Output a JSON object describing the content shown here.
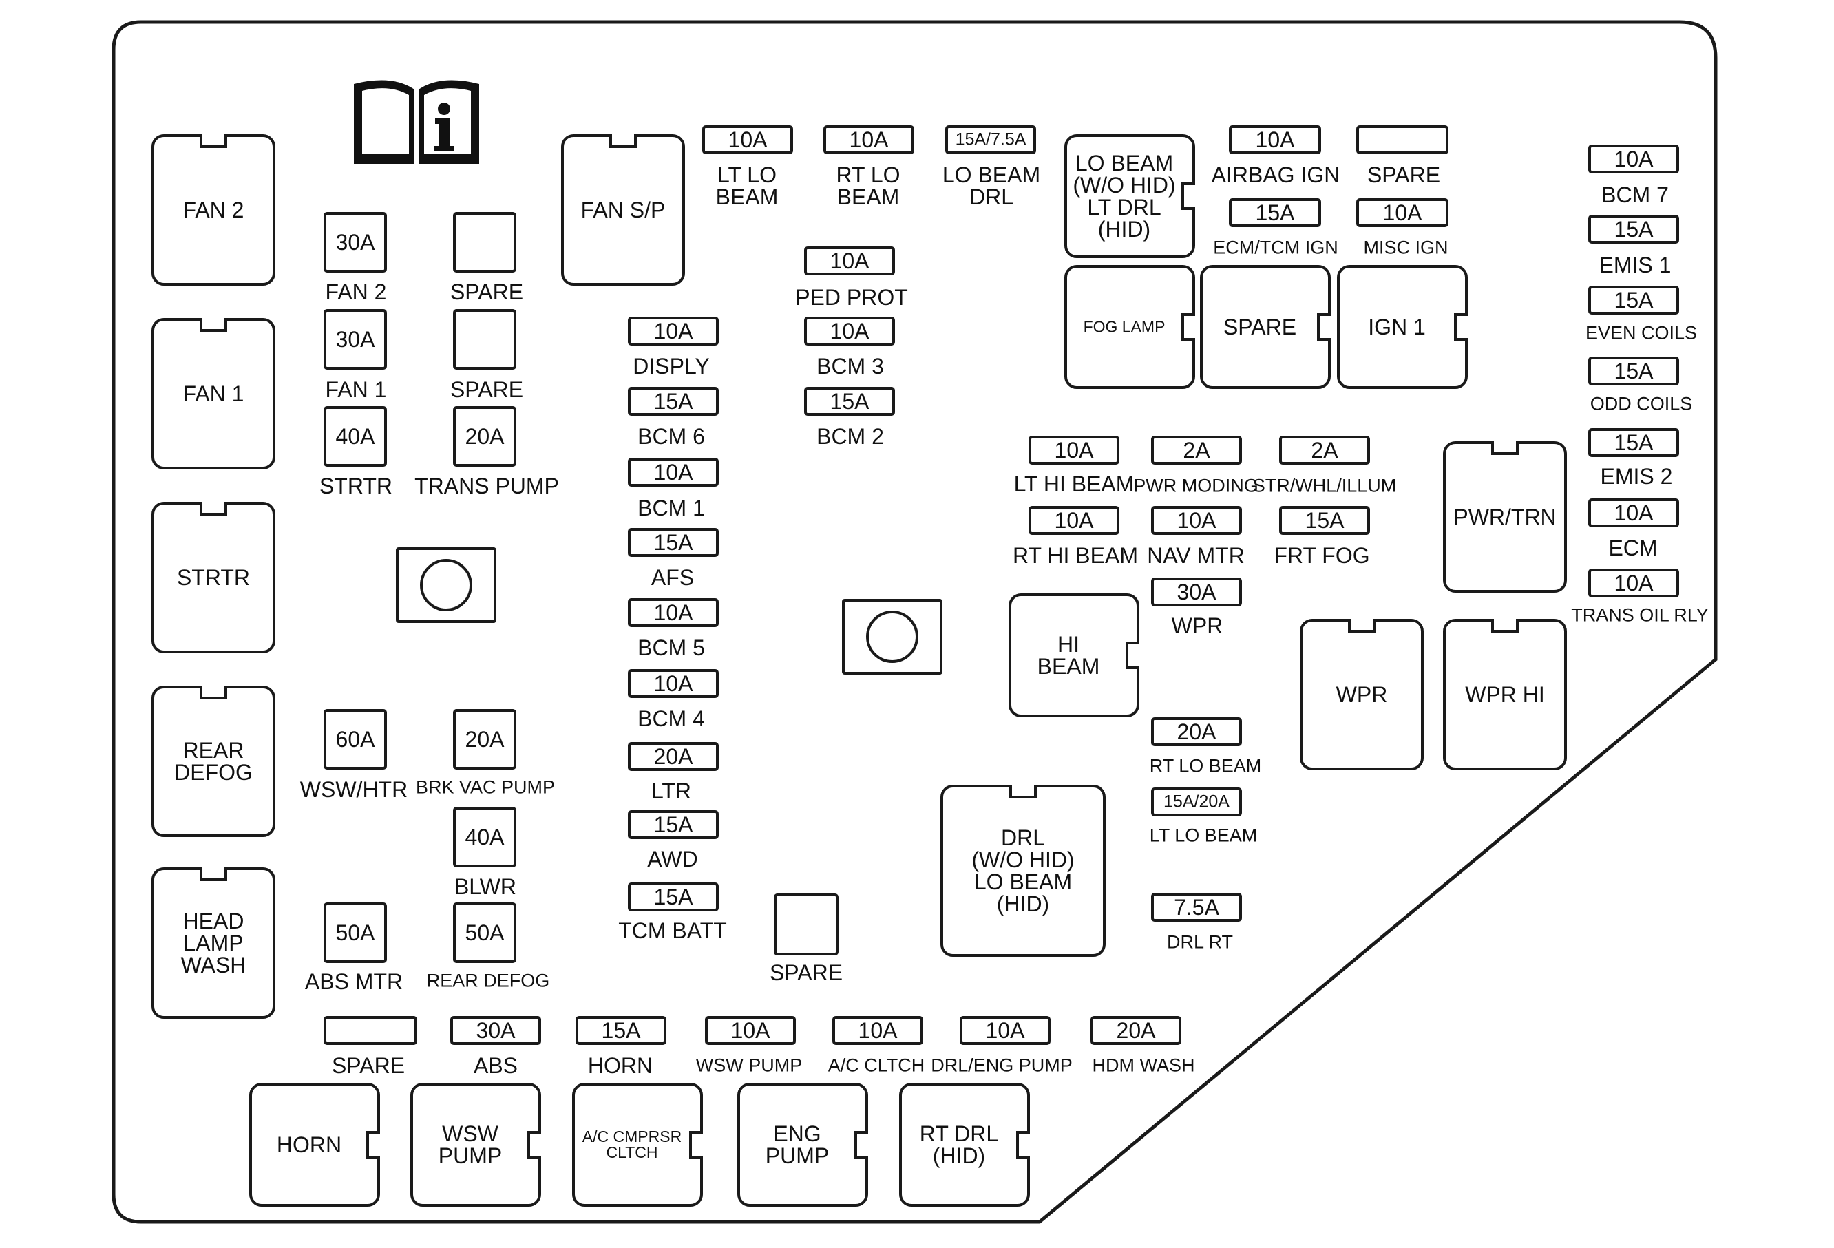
{
  "fuses": [
    {
      "id": "f-fan2",
      "rating": "30A",
      "caption": "FAN 2"
    },
    {
      "id": "f-spare1",
      "rating": "",
      "caption": "SPARE"
    },
    {
      "id": "f-fan1",
      "rating": "30A",
      "caption": "FAN 1"
    },
    {
      "id": "f-spare2",
      "rating": "",
      "caption": "SPARE"
    },
    {
      "id": "f-strtr",
      "rating": "40A",
      "caption": "STRTR"
    },
    {
      "id": "f-transpump",
      "rating": "20A",
      "caption": "TRANS PUMP"
    },
    {
      "id": "f-wswhtr",
      "rating": "60A",
      "caption": "WSW/HTR"
    },
    {
      "id": "f-brkvac",
      "rating": "20A",
      "caption": "BRK VAC PUMP"
    },
    {
      "id": "f-blwr",
      "rating": "40A",
      "caption": "BLWR"
    },
    {
      "id": "f-absmtr",
      "rating": "50A",
      "caption": "ABS MTR"
    },
    {
      "id": "f-reardefog",
      "rating": "50A",
      "caption": "REAR DEFOG"
    },
    {
      "id": "f-ltlo",
      "rating": "10A",
      "caption": "LT LO\nBEAM"
    },
    {
      "id": "f-rtlo",
      "rating": "10A",
      "caption": "RT LO\nBEAM"
    },
    {
      "id": "f-lobeamdrl",
      "rating": "15A/7.5A",
      "caption": "LO BEAM\nDRL"
    },
    {
      "id": "f-pedprot",
      "rating": "10A",
      "caption": "PED PROT"
    },
    {
      "id": "f-bcm3",
      "rating": "10A",
      "caption": "BCM 3"
    },
    {
      "id": "f-bcm2",
      "rating": "15A",
      "caption": "BCM 2"
    },
    {
      "id": "f-disply",
      "rating": "10A",
      "caption": "DISPLY"
    },
    {
      "id": "f-bcm6",
      "rating": "15A",
      "caption": "BCM 6"
    },
    {
      "id": "f-bcm1",
      "rating": "10A",
      "caption": "BCM 1"
    },
    {
      "id": "f-afs",
      "rating": "15A",
      "caption": "AFS"
    },
    {
      "id": "f-bcm5",
      "rating": "10A",
      "caption": "BCM 5"
    },
    {
      "id": "f-bcm4",
      "rating": "10A",
      "caption": "BCM 4"
    },
    {
      "id": "f-ltr",
      "rating": "20A",
      "caption": "LTR"
    },
    {
      "id": "f-awd",
      "rating": "15A",
      "caption": "AWD"
    },
    {
      "id": "f-tcmbatt",
      "rating": "15A",
      "caption": "TCM BATT"
    },
    {
      "id": "f-spare3",
      "rating": "",
      "caption": "SPARE"
    },
    {
      "id": "f-airbag",
      "rating": "10A",
      "caption": "AIRBAG IGN"
    },
    {
      "id": "f-spare4",
      "rating": "",
      "caption": "SPARE"
    },
    {
      "id": "f-ecmtcm",
      "rating": "15A",
      "caption": "ECM/TCM IGN"
    },
    {
      "id": "f-miscign",
      "rating": "10A",
      "caption": "MISC IGN"
    },
    {
      "id": "f-bcm7",
      "rating": "10A",
      "caption": "BCM 7"
    },
    {
      "id": "f-emis1",
      "rating": "15A",
      "caption": "EMIS 1"
    },
    {
      "id": "f-evencoils",
      "rating": "15A",
      "caption": "EVEN COILS"
    },
    {
      "id": "f-oddcoils",
      "rating": "15A",
      "caption": "ODD COILS"
    },
    {
      "id": "f-emis2",
      "rating": "15A",
      "caption": "EMIS 2"
    },
    {
      "id": "f-ecm",
      "rating": "10A",
      "caption": "ECM"
    },
    {
      "id": "f-transoil",
      "rating": "10A",
      "caption": "TRANS OIL RLY"
    },
    {
      "id": "f-lthibeam",
      "rating": "10A",
      "caption": "LT HI BEAM"
    },
    {
      "id": "f-pwrmoding",
      "rating": "2A",
      "caption": "PWR MODING"
    },
    {
      "id": "f-strwhl",
      "rating": "2A",
      "caption": "STR/WHL/ILLUM"
    },
    {
      "id": "f-rthibeam",
      "rating": "10A",
      "caption": "RT HI BEAM"
    },
    {
      "id": "f-navmtr",
      "rating": "10A",
      "caption": "NAV MTR"
    },
    {
      "id": "f-frtfog",
      "rating": "15A",
      "caption": "FRT FOG"
    },
    {
      "id": "f-wpr",
      "rating": "30A",
      "caption": "WPR"
    },
    {
      "id": "f-rtlobeam2",
      "rating": "20A",
      "caption": "RT LO BEAM"
    },
    {
      "id": "f-ltlobeam2",
      "rating": "15A/20A",
      "caption": "LT LO BEAM"
    },
    {
      "id": "f-drlrt",
      "rating": "7.5A",
      "caption": "DRL RT"
    },
    {
      "id": "f-spare5",
      "rating": "",
      "caption": "SPARE"
    },
    {
      "id": "f-abs",
      "rating": "30A",
      "caption": "ABS"
    },
    {
      "id": "f-horn",
      "rating": "15A",
      "caption": "HORN"
    },
    {
      "id": "f-wswpump",
      "rating": "10A",
      "caption": "WSW PUMP"
    },
    {
      "id": "f-acclutch",
      "rating": "10A",
      "caption": "A/C CLTCH"
    },
    {
      "id": "f-drleng",
      "rating": "10A",
      "caption": "DRL/ENG PUMP"
    },
    {
      "id": "f-hdmwash",
      "rating": "20A",
      "caption": "HDM WASH"
    }
  ],
  "relays": [
    {
      "id": "r-fan2",
      "label": "FAN 2"
    },
    {
      "id": "r-fan1",
      "label": "FAN 1"
    },
    {
      "id": "r-strtr",
      "label": "STRTR"
    },
    {
      "id": "r-reardefog",
      "label": "REAR\nDEFOG"
    },
    {
      "id": "r-headlampwash",
      "label": "HEAD\nLAMP\nWASH"
    },
    {
      "id": "r-fansp",
      "label": "FAN S/P"
    },
    {
      "id": "r-lobeam",
      "label": "LO BEAM\n(W/O HID)\nLT DRL\n(HID)"
    },
    {
      "id": "r-foglamp",
      "label": "FOG LAMP"
    },
    {
      "id": "r-spare",
      "label": "SPARE"
    },
    {
      "id": "r-ign1",
      "label": "IGN 1"
    },
    {
      "id": "r-pwrtrn",
      "label": "PWR/TRN"
    },
    {
      "id": "r-hibeam",
      "label": "HI\nBEAM"
    },
    {
      "id": "r-wpr",
      "label": "WPR"
    },
    {
      "id": "r-wprhi",
      "label": "WPR HI"
    },
    {
      "id": "r-drl",
      "label": "DRL\n(W/O HID)\nLO BEAM\n(HID)"
    },
    {
      "id": "r-horn",
      "label": "HORN"
    },
    {
      "id": "r-wswpump",
      "label": "WSW\nPUMP"
    },
    {
      "id": "r-accmprsr",
      "label": "A/C CMPRSR\nCLTCH"
    },
    {
      "id": "r-engpump",
      "label": "ENG\nPUMP"
    },
    {
      "id": "r-rtdrl",
      "label": "RT DRL\n(HID)"
    }
  ]
}
